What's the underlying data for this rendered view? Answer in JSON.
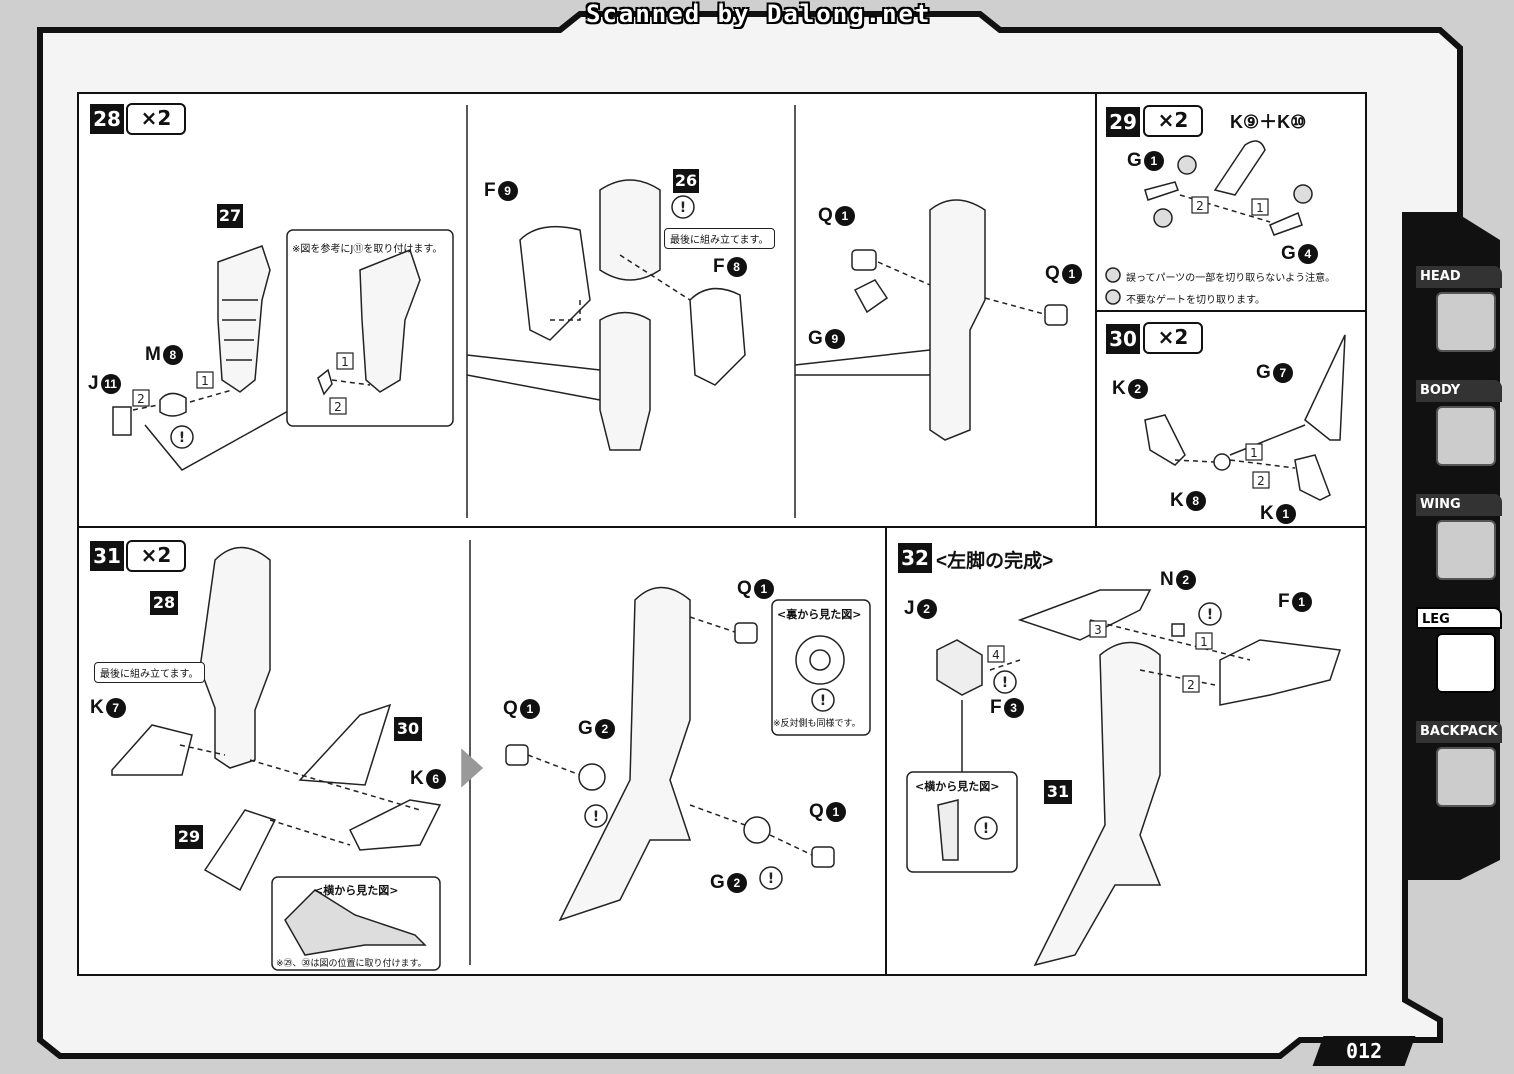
{
  "header": {
    "scan_credit": "Scanned by Dalong.net"
  },
  "steps": {
    "s28": {
      "num": "28",
      "mult": "×2",
      "labels": {
        "p27": "27",
        "p26": "26",
        "m8": "M",
        "m8n": "8",
        "j11": "J",
        "j11n": "11",
        "f9": "F",
        "f9n": "9",
        "f8": "F",
        "f8n": "8",
        "q1a": "Q",
        "q1an": "1",
        "q1b": "Q",
        "q1bn": "1",
        "g9": "G",
        "g9n": "9"
      },
      "note_inset": "※図を参考にJ⑪を取り付けます。",
      "bubble": "最後に組み立てます。"
    },
    "s29": {
      "num": "29",
      "mult": "×2",
      "combo": "K⑨＋K⑩",
      "labels": {
        "g1": "G",
        "g1n": "1",
        "g4": "G",
        "g4n": "4"
      },
      "legend_caution": "誤ってパーツの一部を切り取らないよう注意。",
      "legend_gate": "不要なゲートを切り取ります。"
    },
    "s30": {
      "num": "30",
      "mult": "×2",
      "labels": {
        "k2": "K",
        "k2n": "2",
        "g7": "G",
        "g7n": "7",
        "k8": "K",
        "k8n": "8",
        "k1": "K",
        "k1n": "1"
      }
    },
    "s31": {
      "num": "31",
      "mult": "×2",
      "labels": {
        "p28": "28",
        "p30": "30",
        "p29": "29",
        "k7": "K",
        "k7n": "7",
        "k6": "K",
        "k6n": "6",
        "q1a": "Q",
        "q1an": "1",
        "q1b": "Q",
        "q1bn": "1",
        "q1c": "Q",
        "q1cn": "1",
        "g2a": "G",
        "g2an": "2",
        "g2b": "G",
        "g2bn": "2"
      },
      "bubble": "最後に組み立てます。",
      "side_title": "<横から見た図>",
      "side_note": "※㉙、㉚は図の位置に取り付けます。",
      "back_title": "<裏から見た図>",
      "back_note": "※反対側も同様です。"
    },
    "s32": {
      "num": "32",
      "title": "<左脚の完成>",
      "labels": {
        "j2": "J",
        "j2n": "2",
        "n2": "N",
        "n2n": "2",
        "f1": "F",
        "f1n": "1",
        "f3": "F",
        "f3n": "3",
        "p31": "31"
      },
      "side_title": "<横から見た図>"
    }
  },
  "tabs": [
    {
      "label": "HEAD",
      "active": false
    },
    {
      "label": "BODY",
      "active": false
    },
    {
      "label": "WING",
      "active": false
    },
    {
      "label": "LEG",
      "active": true
    },
    {
      "label": "BACKPACK",
      "active": false
    }
  ],
  "footer": {
    "page_number": "012"
  }
}
